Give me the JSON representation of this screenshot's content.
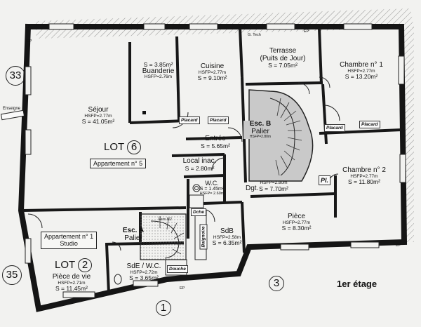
{
  "rooms": {
    "terrasse": {
      "name": "Terrasse",
      "sub": "(Puits de Jour)",
      "area": "S = 7.05m²"
    },
    "chambre1": {
      "name": "Chambre n° 1",
      "hsfp": "HSFP=2.77m",
      "area": "S = 13.20m²"
    },
    "cuisine": {
      "name": "Cuisine",
      "hsfp": "HSFP=2.77m",
      "area": "S = 9.10m²"
    },
    "buanderie": {
      "area": "S = 3.85m²",
      "name": "Buanderie",
      "hsfp": "HSFP=2.76m"
    },
    "sejour": {
      "name": "Séjour",
      "hsfp": "HSFP=2.77m",
      "area": "S = 41.05m²"
    },
    "entree": {
      "name": "Entrée",
      "area": "S = 5.65m²"
    },
    "local": {
      "name": "Local inac.",
      "area": "S = 2.80m²"
    },
    "wc": {
      "name": "W.C.",
      "area": "S = 1.45m²",
      "hsfp": "HSFP= 2.60m"
    },
    "dgt": {
      "name": "Dgt.",
      "hsfp": "HSFP=2.80m",
      "area": "S = 7.70m²"
    },
    "chambre2": {
      "name": "Chambre n° 2",
      "hsfp": "HSFP=2.77m",
      "area": "S = 11.80m²"
    },
    "piece": {
      "name": "Pièce",
      "hsfp": "HSFP=2.77m",
      "area": "S = 8.30m²"
    },
    "sdb": {
      "name": "SdB",
      "hsfp": "HSFP=2.58m",
      "area": "S = 6.35m²"
    },
    "piece_vie": {
      "name": "Pièce de vie",
      "hsfp": "HSFP=2.71m",
      "area": "S = 11.45m²"
    },
    "sde": {
      "name": "SdE / W.C.",
      "hsfp": "HSFP=2.72m",
      "area": "S = 3.65m²"
    },
    "escB": {
      "name": "Esc. B",
      "sub": "Palier",
      "hsfp": "HSFP=2.80m"
    },
    "escA": {
      "name": "Esc. A",
      "sub": "Palier"
    }
  },
  "tags": {
    "placard_sejour": "Placard",
    "placard_entree": "Placard",
    "placard_ch1_a": "Placard",
    "placard_ch1_b": "Placard",
    "dche": "Dche",
    "baignoire": "Baignoire",
    "douche": "Douche",
    "pl": "Pl.",
    "enseigne": "Enseigne",
    "gtech": "G. Tech",
    "vers_n2": "Vers N2"
  },
  "lots": {
    "lot6": {
      "label": "LOT",
      "number": "6",
      "apartment": "Appartement n° 5"
    },
    "lot2": {
      "label": "LOT",
      "number": "2",
      "apartment": "Appartement n° 1",
      "type": "Studio"
    }
  },
  "street_numbers": {
    "n33": "33",
    "n35": "35",
    "n3": "3",
    "n1": "1"
  },
  "ep_marks": [
    "EP",
    "EP",
    "EP",
    "EP",
    "EP"
  ],
  "floor_label": "1er étage"
}
